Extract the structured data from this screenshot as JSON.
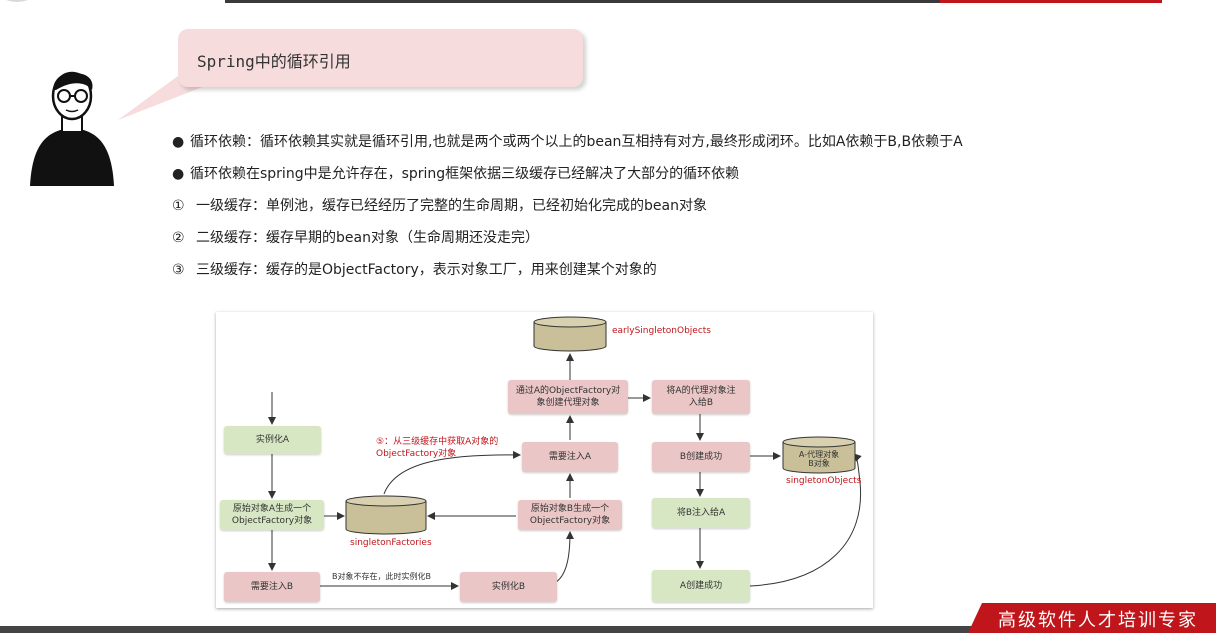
{
  "title": "Spring中的循环引用",
  "bullets": [
    "循环依赖：循环依赖其实就是循环引用,也就是两个或两个以上的bean互相持有对方,最终形成闭环。比如A依赖于B,B依赖于A",
    "循环依赖在spring中是允许存在，spring框架依据三级缓存已经解决了大部分的循环依赖"
  ],
  "cache_levels": [
    {
      "marker": "①",
      "text": "一级缓存：单例池，缓存已经经历了完整的生命周期，已经初始化完成的bean对象"
    },
    {
      "marker": "②",
      "text": "二级缓存：缓存早期的bean对象（生命周期还没走完）"
    },
    {
      "marker": "③",
      "text": "三级缓存：缓存的是ObjectFactory，表示对象工厂，用来创建某个对象的"
    }
  ],
  "diagram": {
    "nodes": {
      "instantiate_a": "实例化A",
      "create_factory_a_1": "原始对象A生成一个",
      "create_factory_a_2": "ObjectFactory对象",
      "inject_b": "需要注入B",
      "instantiate_b": "实例化B",
      "create_factory_b_1": "原始对象B生成一个",
      "create_factory_b_2": "ObjectFactory对象",
      "inject_a": "需要注入A",
      "create_proxy_1": "通过A的ObjectFactory对",
      "create_proxy_2": "象创建代理对象",
      "proxy_to_b_1": "将A的代理对象注",
      "proxy_to_b_2": "入给B",
      "b_created": "B创建成功",
      "b_into_a": "将B注入给A",
      "a_created": "A创建成功"
    },
    "stores": {
      "early_singleton_objects": "earlySingletonObjects",
      "singleton_factories": "singletonFactories",
      "singleton_objects": "singletonObjects",
      "singleton_objects_content_1": "A-代理对象",
      "singleton_objects_content_2": "B对象"
    },
    "annotations": {
      "b_missing": "B对象不存在，此时实例化B",
      "step5_1": "⑤：从三级缓存中获取A对象的",
      "step5_2": "ObjectFactory对象"
    }
  },
  "footer_brand": "高级软件人才培训专家",
  "colors": {
    "accent": "#c0161b",
    "node_green": "#d7e7c4",
    "node_pink": "#eac6c6",
    "cylinder": "#c9c09a"
  }
}
